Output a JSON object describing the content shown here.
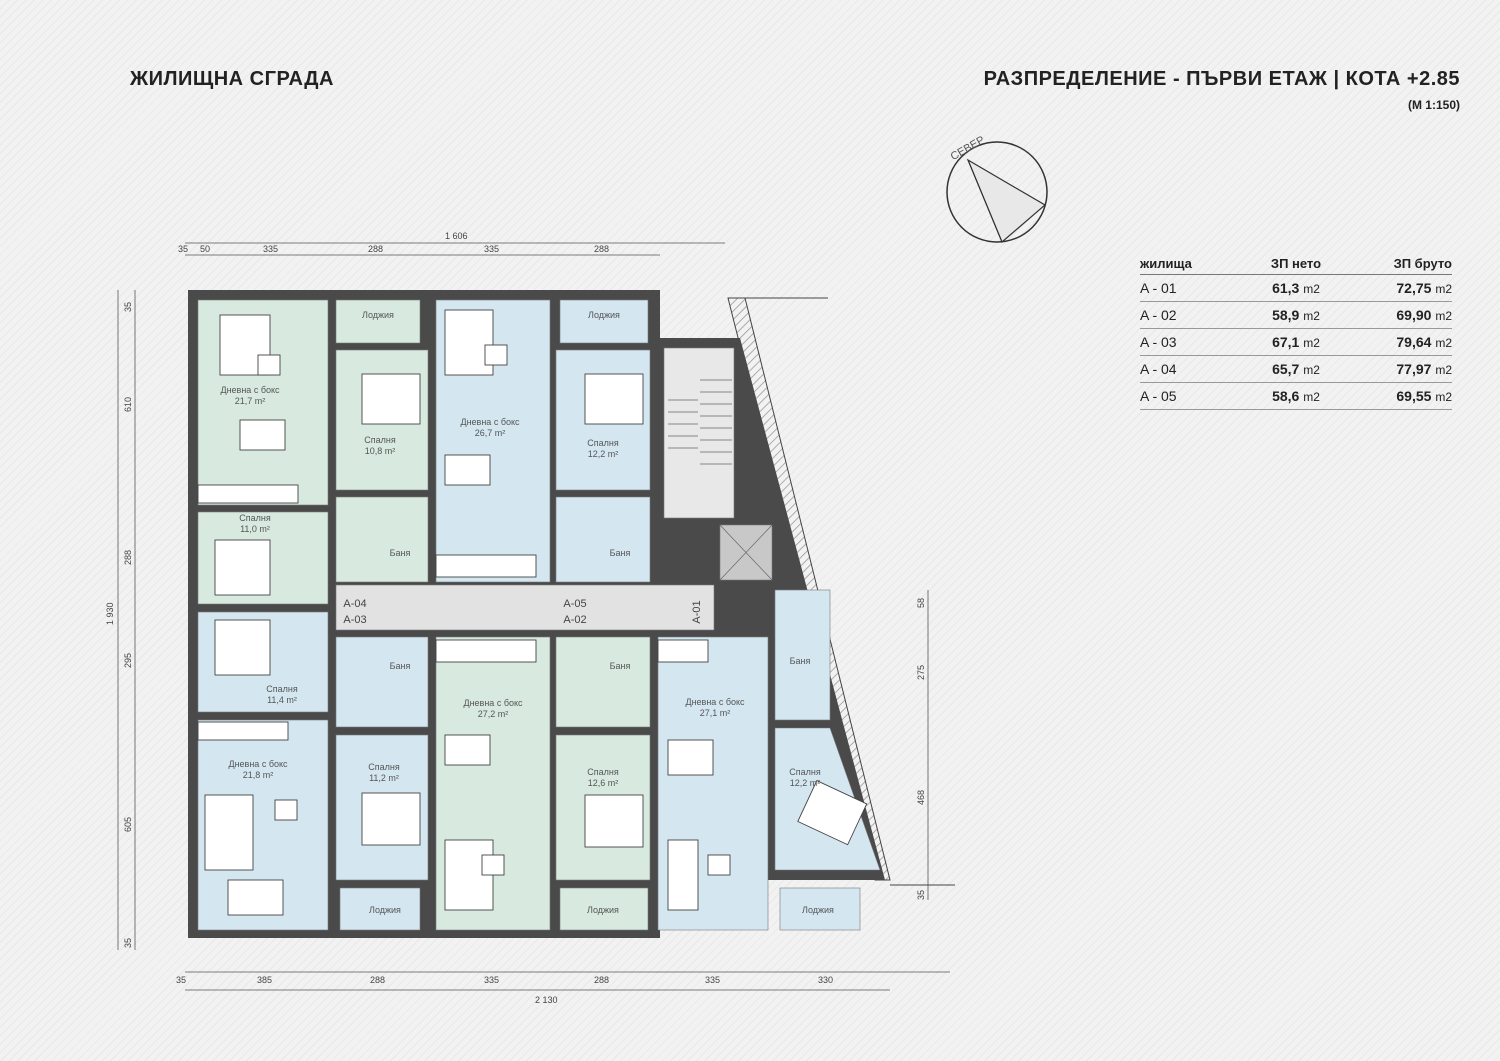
{
  "header": {
    "title_left": "ЖИЛИЩНА СГРАДА",
    "title_right": "РАЗПРЕДЕЛЕНИЕ - ПЪРВИ ЕТАЖ | КОТА +2.85",
    "scale": "(М 1:150)"
  },
  "compass": {
    "label": "СЕВЕР"
  },
  "area_table": {
    "headers": [
      "жилища",
      "ЗП нето",
      "ЗП бруто"
    ],
    "unit": "m2",
    "rows": [
      {
        "unit_id": "A - 01",
        "net": "61,3",
        "gross": "72,75"
      },
      {
        "unit_id": "A - 02",
        "net": "58,9",
        "gross": "69,90"
      },
      {
        "unit_id": "A - 03",
        "net": "67,1",
        "gross": "79,64"
      },
      {
        "unit_id": "A - 04",
        "net": "65,7",
        "gross": "77,97"
      },
      {
        "unit_id": "A - 05",
        "net": "58,6",
        "gross": "69,55"
      }
    ]
  },
  "dimensions": {
    "top_total": "1 606",
    "top": [
      "35",
      "50",
      "335",
      "288",
      "335",
      "288"
    ],
    "bottom_total": "2 130",
    "bottom": [
      "35",
      "385",
      "288",
      "335",
      "288",
      "335",
      "330"
    ],
    "left_total": "1 930",
    "left": [
      "35",
      "610",
      "288",
      "295",
      "605",
      "35"
    ],
    "right": [
      "58",
      "275",
      "468",
      "35"
    ]
  },
  "rooms": {
    "living": "Дневна с бокс",
    "bedroom": "Спалня",
    "bath": "Баня",
    "loggia": "Лоджия",
    "areas": {
      "a04_living": "21,7 m²",
      "a04_bed1": "10,8 m²",
      "a04_bed2": "11,0 m²",
      "a05_living": "26,7 m²",
      "a05_bed": "12,2 m²",
      "a03_bed2": "11,4 m²",
      "a03_living": "21,8 m²",
      "a03_bed1": "11,2 m²",
      "a02_living": "27,2 m²",
      "a02_bed": "12,6 m²",
      "a01_living": "27,1 m²",
      "a01_bed": "12,2 m²"
    }
  },
  "corridor_labels": {
    "a04": "A-04",
    "a03": "A-03",
    "a05": "A-05",
    "a02": "A-02",
    "a01": "A-01"
  },
  "colors": {
    "green_room": "#d8eae0",
    "blue_room": "#d4e7f1",
    "wall": "#4a4a4a",
    "corridor": "#e2e2e2"
  }
}
